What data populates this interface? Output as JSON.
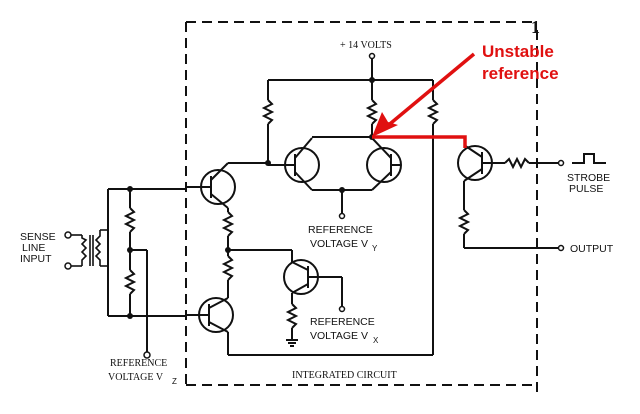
{
  "diagram": {
    "boundary_label": "INTEGRATED CIRCUIT",
    "corner_mark": "1",
    "supply_label": "+ 14 VOLTS",
    "inputs": {
      "sense": [
        "SENSE",
        "LINE",
        "INPUT"
      ],
      "strobe": [
        "STROBE",
        "PULSE"
      ]
    },
    "outputs": {
      "output": "OUTPUT"
    },
    "references": {
      "vz": {
        "line1": "REFERENCE",
        "line2": "VOLTAGE V",
        "sub": "Z"
      },
      "vy": {
        "line1": "REFERENCE",
        "line2": "VOLTAGE V",
        "sub": "Y"
      },
      "vx": {
        "line1": "REFERENCE",
        "line2": "VOLTAGE V",
        "sub": "X"
      }
    },
    "annotation": {
      "line1": "Unstable",
      "line2": "reference",
      "color": "#e01010"
    }
  }
}
